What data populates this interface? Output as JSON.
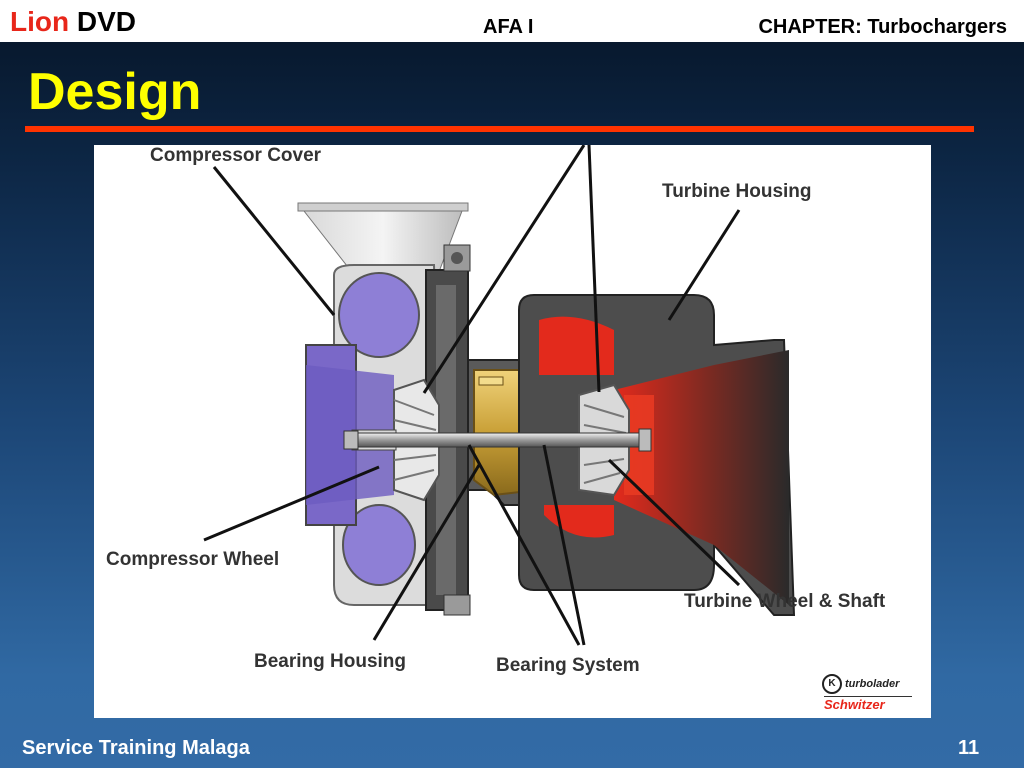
{
  "header": {
    "brand_word_1": "Lion",
    "brand_word_2": "DVD",
    "course": "AFA I",
    "chapter": "CHAPTER: Turbochargers"
  },
  "slide": {
    "title": "Design"
  },
  "diagram": {
    "labels": {
      "compressor_cover": "Compressor Cover",
      "turbine_housing": "Turbine Housing",
      "compressor_wheel": "Compressor Wheel",
      "turbine_wheel_shaft": "Turbine Wheel & Shaft",
      "bearing_housing": "Bearing Housing",
      "bearing_system": "Bearing System"
    },
    "logo": {
      "top_text": "turbolader",
      "bottom_text": "Schwitzer",
      "mark": "K"
    }
  },
  "footer": {
    "left_text": "Service Training Malaga",
    "page_number": "11"
  },
  "colors": {
    "brand_red": "#e8261a",
    "title_yellow": "#ffff00",
    "rule_red": "#ff3300",
    "compressor_purple": "#7a68c8",
    "turbine_red": "#e32a1c",
    "bearing_gold": "#c9a037"
  }
}
